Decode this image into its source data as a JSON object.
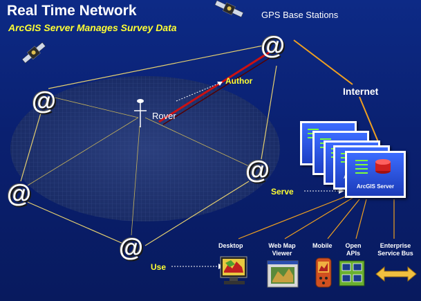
{
  "title": "Real Time Network",
  "subtitle": "ArcGIS Server Manages Survey Data",
  "gps_label": "GPS Base Stations",
  "station_symbol": "@",
  "labels": {
    "author": "Author",
    "rover": "Rover",
    "internet": "Internet",
    "serve": "Serve",
    "use": "Use"
  },
  "server": {
    "name": "ArcGIS Server",
    "peek_text": "A"
  },
  "clients": [
    {
      "name": "Desktop"
    },
    {
      "name": "Web Map Viewer"
    },
    {
      "name": "Mobile"
    },
    {
      "name": "Open APIs"
    },
    {
      "name": "Enterprise Service Bus"
    }
  ],
  "colors": {
    "background": "#0a2070",
    "network_line": "#e0d060",
    "link_line": "#f0a020",
    "author_line": "#cc1111",
    "title_accent": "#ffff33"
  },
  "icons": {
    "satellite": "satellite-icon",
    "rover": "rover-antenna-icon",
    "server": "server-icon"
  }
}
